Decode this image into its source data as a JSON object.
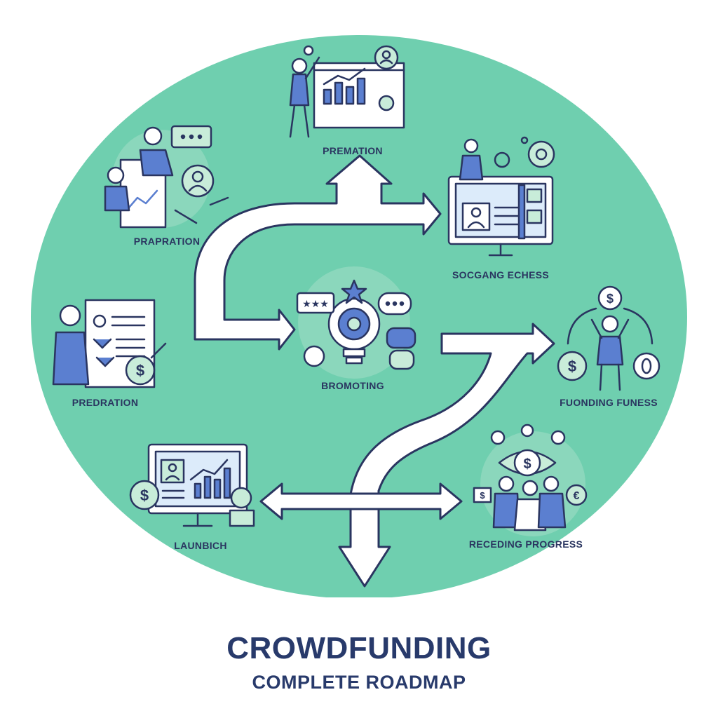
{
  "title": "CROWDFUNDING",
  "subtitle": "COMPLETE ROADMAP",
  "colors": {
    "circle": "#6fcfaf",
    "ink": "#2a3560",
    "blue": "#5b7fd0",
    "lightgreen": "#c8ecd9",
    "arrow": "#ffffff"
  },
  "stages": [
    {
      "id": "top",
      "label": "PREMATION",
      "icon": "presentation-chart-icon"
    },
    {
      "id": "upper-left",
      "label": "PRAPRATION",
      "icon": "team-planning-icon"
    },
    {
      "id": "left",
      "label": "PREDRATION",
      "icon": "document-checklist-icon"
    },
    {
      "id": "upper-right",
      "label": "SOCGANG ECHESS",
      "icon": "monitor-profile-icon"
    },
    {
      "id": "center",
      "label": "BROMOTING",
      "icon": "lightbulb-chat-icon"
    },
    {
      "id": "right",
      "label": "FUONDING FUNESS",
      "icon": "person-coins-icon"
    },
    {
      "id": "lower-left",
      "label": "LAUNBICH",
      "icon": "monitor-chart-icon"
    },
    {
      "id": "lower-right",
      "label": "RECEDING PROGRESS",
      "icon": "crowd-money-icon"
    }
  ]
}
